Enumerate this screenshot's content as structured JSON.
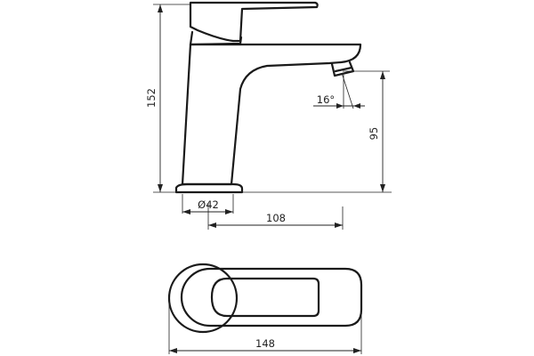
{
  "dimensions": {
    "total_height": "152",
    "spout_height": "95",
    "base_diameter": "Ø42",
    "spout_reach": "108",
    "aerator_angle": "16°",
    "total_length": "148"
  },
  "colors": {
    "line": "#1a1a1a",
    "background": "#ffffff"
  }
}
